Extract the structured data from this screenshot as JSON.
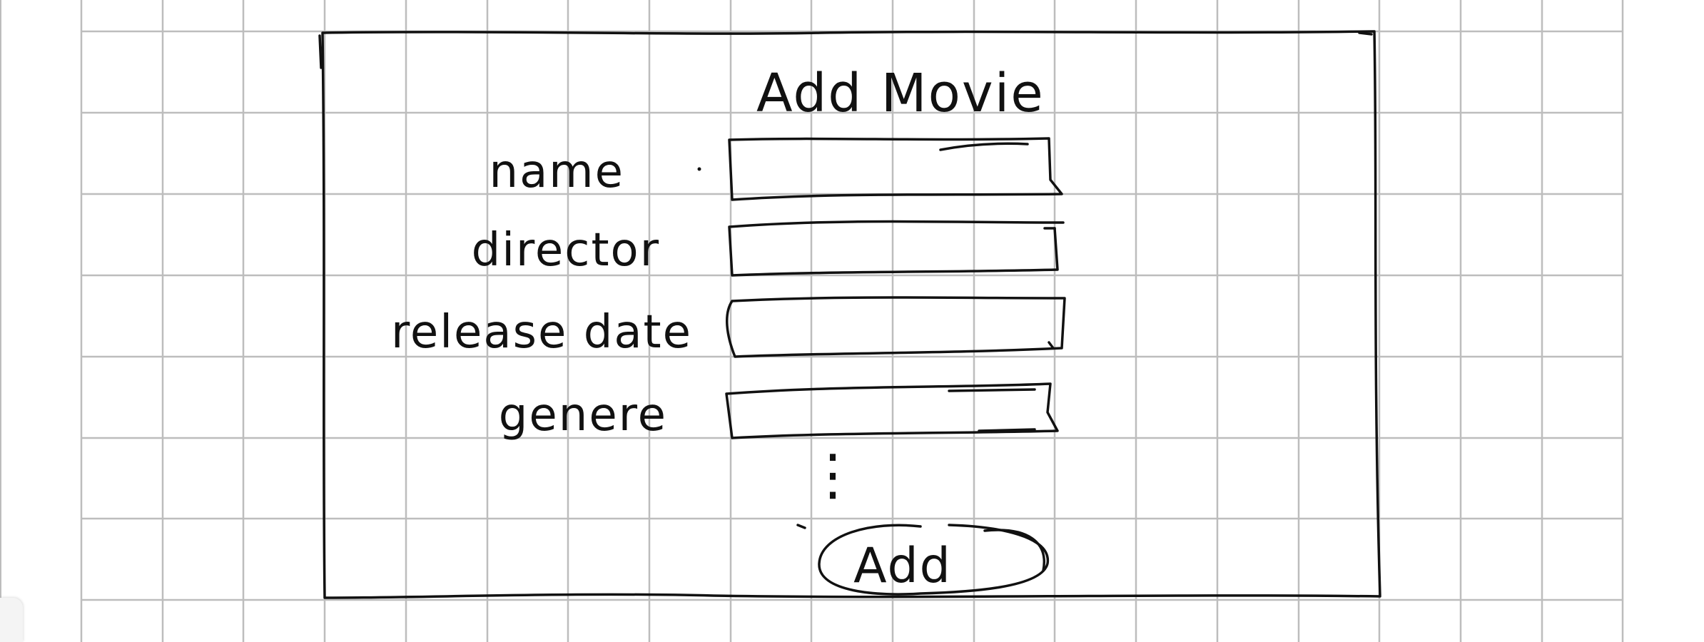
{
  "form": {
    "title": "Add Movie",
    "fields": [
      {
        "label": "name",
        "value": ""
      },
      {
        "label": "director",
        "value": ""
      },
      {
        "label": "release date",
        "value": ""
      },
      {
        "label": "genere",
        "value": ""
      }
    ],
    "more_fields_indicator": "⋮",
    "submit_label": "Add"
  },
  "colors": {
    "ink": "#111111",
    "grid": "#bdbdbd",
    "paper": "#ffffff"
  }
}
